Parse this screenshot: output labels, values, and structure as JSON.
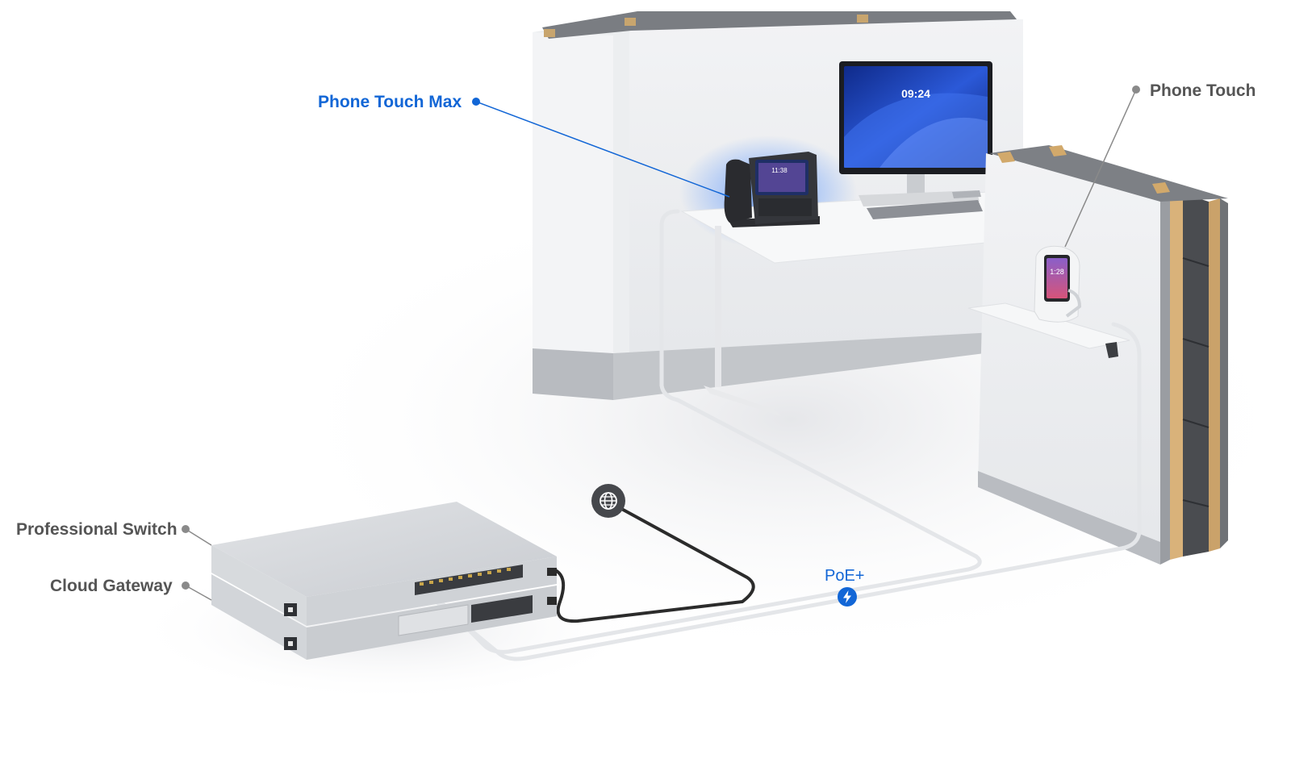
{
  "labels": {
    "phone_touch_max": "Phone Touch Max",
    "phone_touch": "Phone Touch",
    "professional_switch": "Professional Switch",
    "cloud_gateway": "Cloud Gateway",
    "poe": "PoE+"
  },
  "screens": {
    "monitor_time": "09:24",
    "phone_max_time": "11:38",
    "phone_touch_time": "1:28"
  },
  "icons": {
    "internet": "globe-icon",
    "power": "lightning-bolt-icon"
  },
  "colors": {
    "accent_blue": "#1266d6",
    "label_gray": "#555555",
    "leader_gray": "#8a8a8a",
    "cable_white": "#e4e6e9",
    "cable_dark": "#2b2b2b"
  }
}
